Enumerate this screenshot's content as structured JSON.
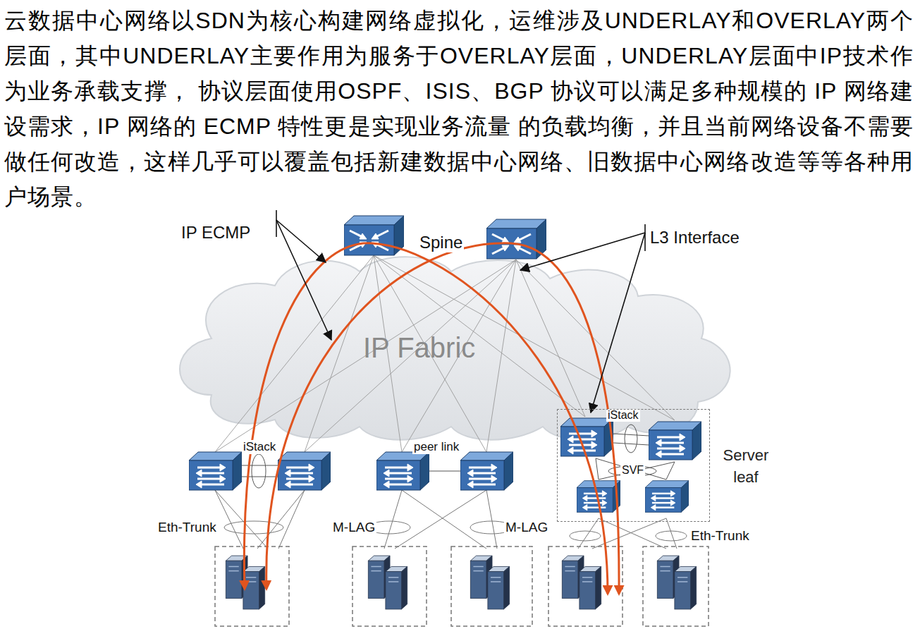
{
  "diagram": {
    "caption": "云数据中心网络以SDN为核心构建网络虚拟化，运维涉及UNDERLAY和OVERLAY两个层面，其中UNDERLAY主要作用为服务于OVERLAY层面，UNDERLAY层面中IP技术作为业务承载支撑， 协议层面使用OSPF、ISIS、BGP 协议可以满足多种规模的 IP 网络建设需求，IP 网络的 ECMP 特性更是实现业务流量 的负载均衡，并且当前网络设备不需要做任何改造，这样几乎可以覆盖包括新建数据中心网络、旧数据中心网络改造等等各种用户场景。",
    "nodes": [
      {
        "text": [
          "Server leaf"
        ]
      }
    ],
    "labels": [
      "IP ECMP",
      "Spine",
      "L3 Interface",
      "IP Fabric",
      "iStack",
      "peer link",
      "iStack",
      "SVF",
      "Eth-Trunk",
      "M-LAG",
      "M-LAG",
      "Eth-Trunk"
    ]
  }
}
